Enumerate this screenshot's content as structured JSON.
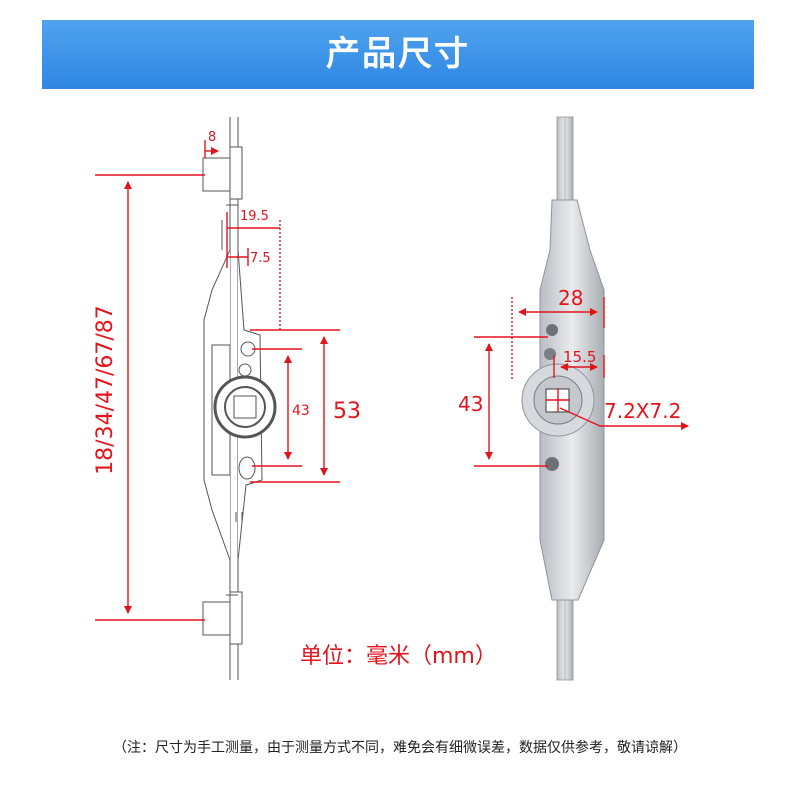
{
  "header": {
    "title": "产品尺寸"
  },
  "dimensions": {
    "left": {
      "d8": "8",
      "d19_5": "19.5",
      "d7_5": "7.5",
      "d43": "43",
      "d53": "53",
      "length": "18/34/47/67/87"
    },
    "right": {
      "d28": "28",
      "d15_5": "15.5",
      "d43": "43",
      "square": "7.2X7.2"
    }
  },
  "unit_label": "单位：毫米（mm）",
  "footnote": "（注：尺寸为手工测量，由于测量方式不同，难免会有细微误差，数据仅供参考，敬请谅解）",
  "colors": {
    "banner": "#3a8fe8",
    "dimension": "#e3141c"
  }
}
